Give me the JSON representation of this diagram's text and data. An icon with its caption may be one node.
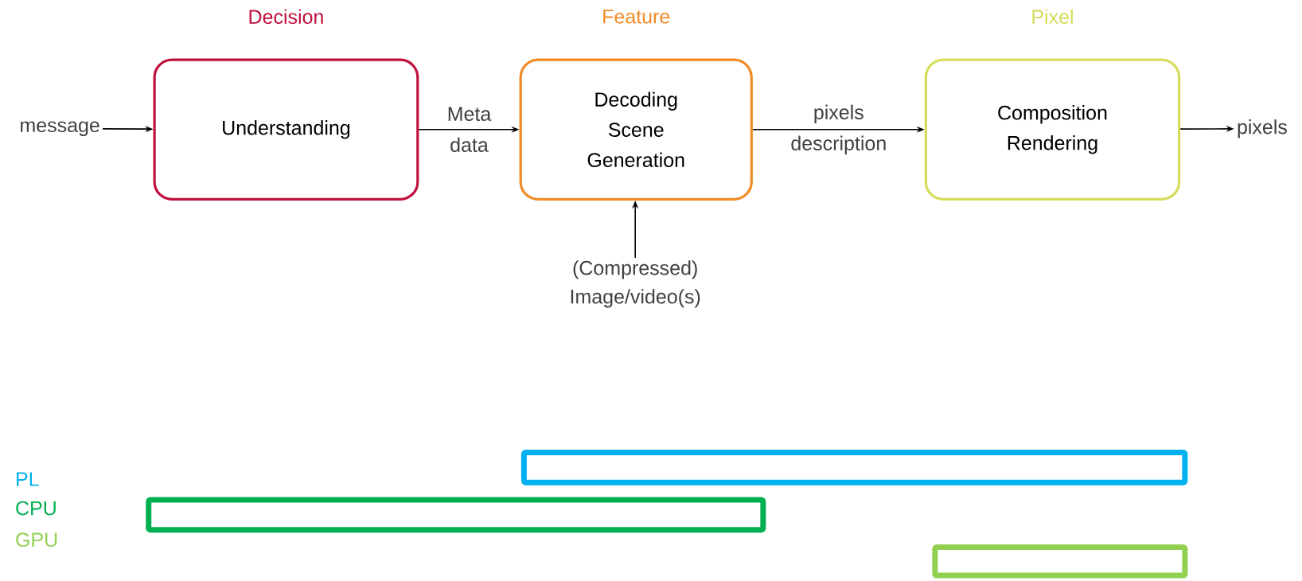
{
  "diagram": {
    "nodes": [
      {
        "text": [
          "message"
        ]
      },
      {
        "text": [
          "Decision",
          "Understanding"
        ]
      },
      {
        "text": [
          "Feature",
          "Decoding Scene Generation"
        ]
      },
      {
        "text": [
          "Pixel",
          "Composition Rendering"
        ]
      },
      {
        "text": [
          "pixels"
        ]
      },
      {
        "text": [
          "(Compressed) Image/video(s)"
        ]
      },
      {
        "text": [],
        "shape": "bar"
      },
      {
        "text": [],
        "shape": "bar"
      },
      {
        "text": [],
        "shape": "bar"
      }
    ],
    "edges": [
      {
        "from": 0,
        "to": 1,
        "arrow": "to"
      },
      {
        "from": 1,
        "to": 2,
        "arrow": "to",
        "label": "Meta data"
      },
      {
        "from": 2,
        "to": 3,
        "arrow": "to",
        "label": "pixels description"
      },
      {
        "from": 3,
        "to": 4,
        "arrow": "to"
      },
      {
        "from": 5,
        "to": 2,
        "arrow": "to"
      }
    ],
    "legend": [
      {
        "text": "PL",
        "color": "#00b0f0"
      },
      {
        "text": "CPU",
        "color": "#00b050"
      },
      {
        "text": "GPU",
        "color": "#92d050"
      }
    ]
  }
}
